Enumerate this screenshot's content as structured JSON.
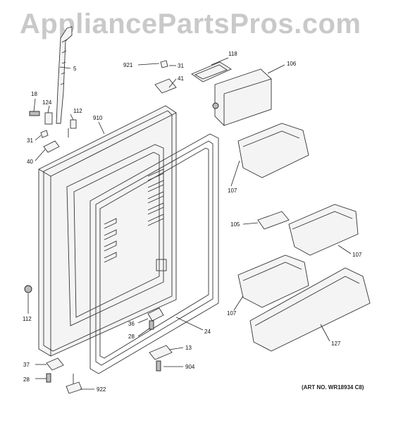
{
  "watermark": "AppliancePartsPros.com",
  "art_number": "(ART NO. WR18934 C8)",
  "labels": [
    {
      "id": "5",
      "text": "5"
    },
    {
      "id": "921",
      "text": "921"
    },
    {
      "id": "31a",
      "text": "31"
    },
    {
      "id": "41",
      "text": "41"
    },
    {
      "id": "118",
      "text": "118"
    },
    {
      "id": "106",
      "text": "106"
    },
    {
      "id": "18",
      "text": "18"
    },
    {
      "id": "124",
      "text": "124"
    },
    {
      "id": "112a",
      "text": "112"
    },
    {
      "id": "910",
      "text": "910"
    },
    {
      "id": "31b",
      "text": "31"
    },
    {
      "id": "40",
      "text": "40"
    },
    {
      "id": "107a",
      "text": "107"
    },
    {
      "id": "105",
      "text": "105"
    },
    {
      "id": "107b",
      "text": "107"
    },
    {
      "id": "112b",
      "text": "112"
    },
    {
      "id": "107c",
      "text": "107"
    },
    {
      "id": "36",
      "text": "36"
    },
    {
      "id": "28a",
      "text": "28"
    },
    {
      "id": "24",
      "text": "24"
    },
    {
      "id": "127",
      "text": "127"
    },
    {
      "id": "13",
      "text": "13"
    },
    {
      "id": "37",
      "text": "37"
    },
    {
      "id": "904",
      "text": "904"
    },
    {
      "id": "28b",
      "text": "28"
    },
    {
      "id": "922",
      "text": "922"
    }
  ]
}
